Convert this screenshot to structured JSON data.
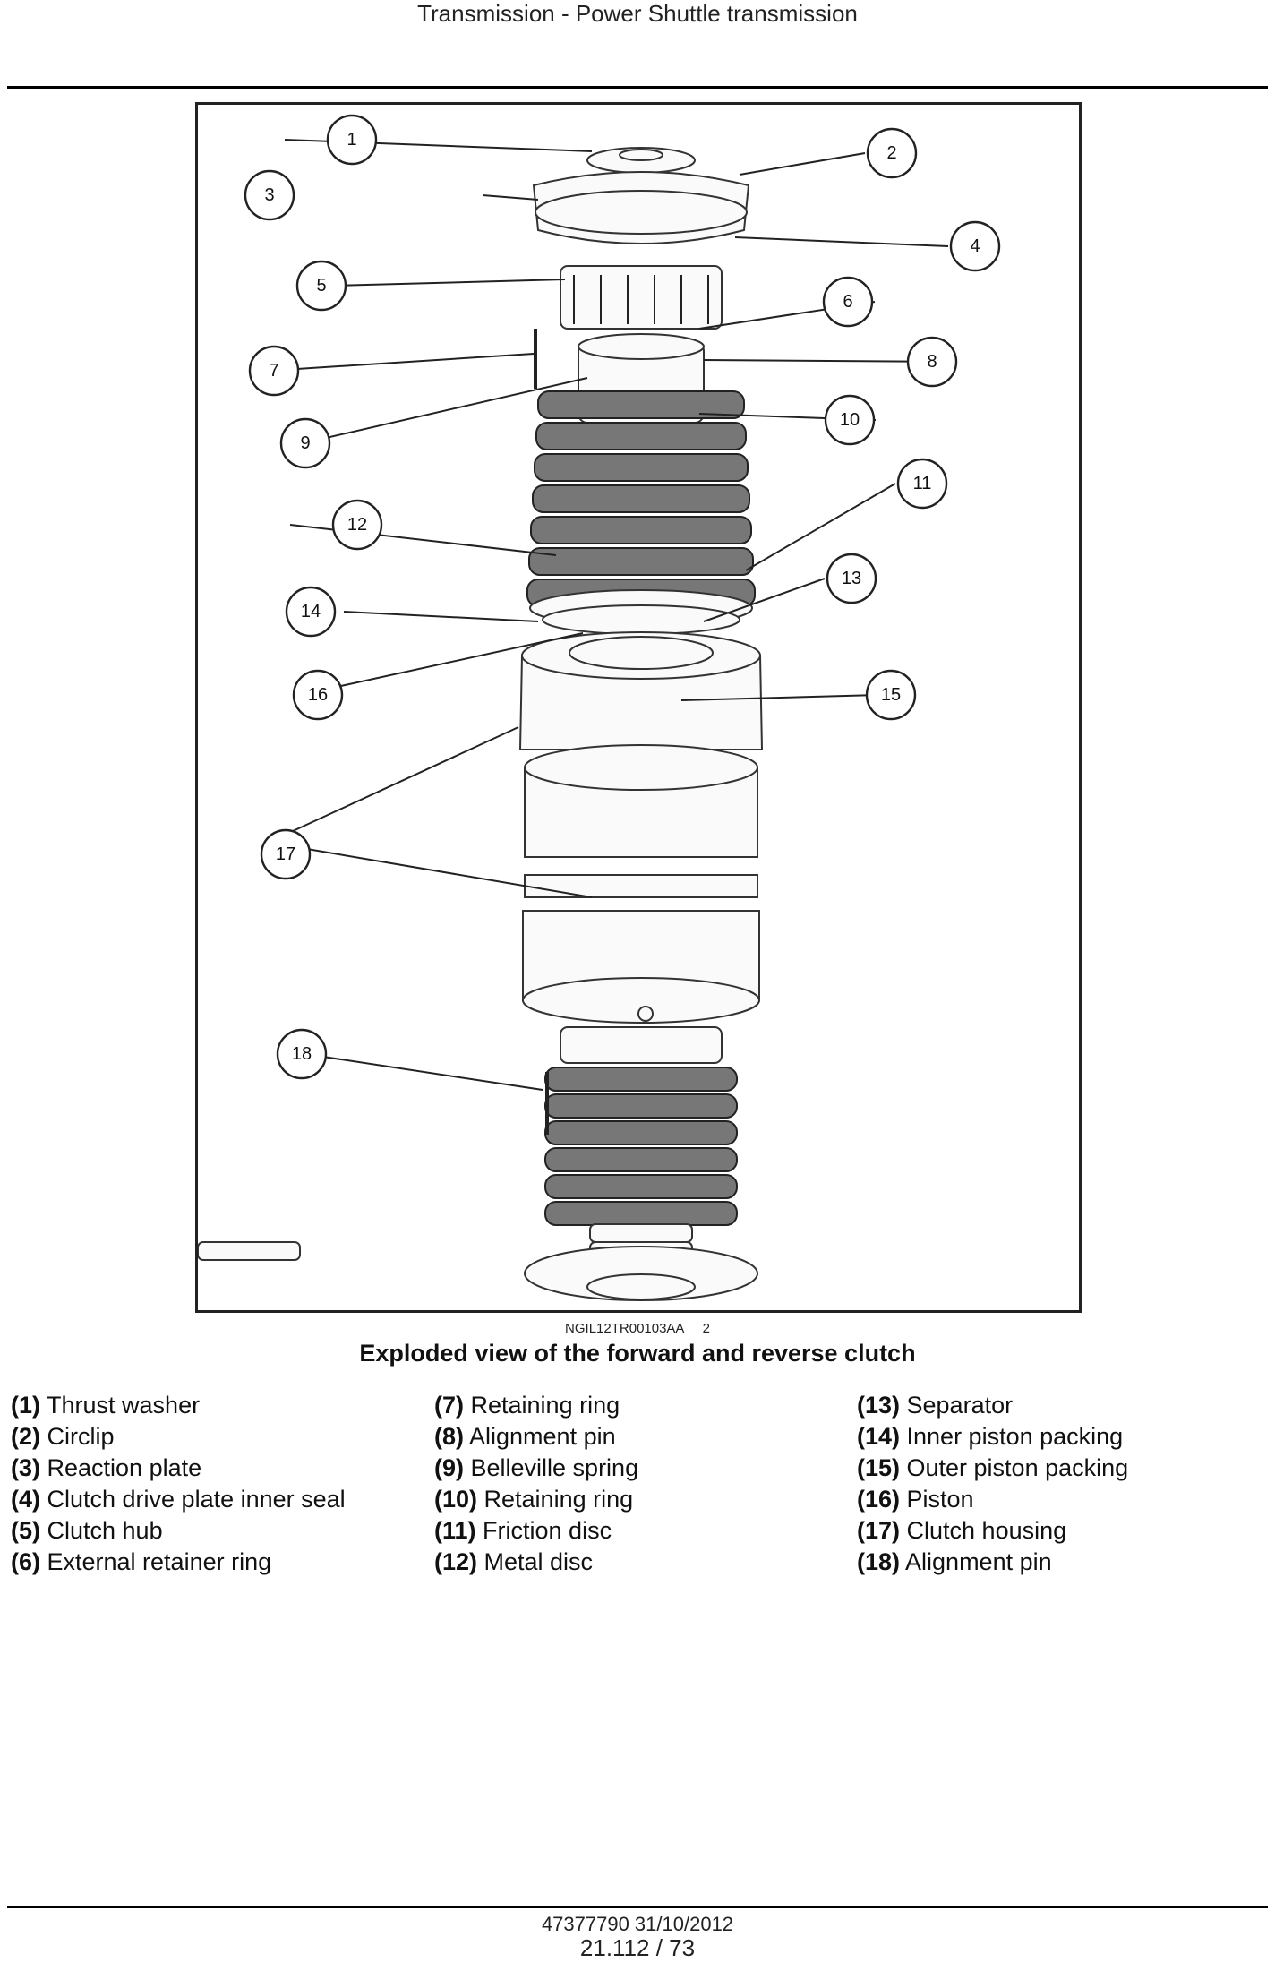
{
  "header": {
    "title": "Transmission - Power Shuttle transmission"
  },
  "figure": {
    "ref_code": "NGIL12TR00103AA",
    "ref_number": "2",
    "caption": "Exploded view of the forward and reverse clutch",
    "callouts": [
      "1",
      "2",
      "3",
      "4",
      "5",
      "6",
      "7",
      "8",
      "9",
      "10",
      "11",
      "12",
      "13",
      "14",
      "15",
      "16",
      "17",
      "18"
    ]
  },
  "legend": {
    "columns": [
      [
        {
          "num": "(1)",
          "label": "Thrust washer"
        },
        {
          "num": "(2)",
          "label": "Circlip"
        },
        {
          "num": "(3)",
          "label": "Reaction plate"
        },
        {
          "num": "(4)",
          "label": "Clutch drive plate inner seal"
        },
        {
          "num": "(5)",
          "label": "Clutch hub"
        },
        {
          "num": "(6)",
          "label": "External retainer ring"
        }
      ],
      [
        {
          "num": "(7)",
          "label": "Retaining ring"
        },
        {
          "num": "(8)",
          "label": "Alignment pin"
        },
        {
          "num": "(9)",
          "label": "Belleville spring"
        },
        {
          "num": "(10)",
          "label": "Retaining ring"
        },
        {
          "num": "(11)",
          "label": "Friction disc"
        },
        {
          "num": "(12)",
          "label": "Metal disc"
        }
      ],
      [
        {
          "num": "(13)",
          "label": "Separator"
        },
        {
          "num": "(14)",
          "label": "Inner piston packing"
        },
        {
          "num": "(15)",
          "label": "Outer piston packing"
        },
        {
          "num": "(16)",
          "label": "Piston"
        },
        {
          "num": "(17)",
          "label": "Clutch housing"
        },
        {
          "num": "(18)",
          "label": "Alignment pin"
        }
      ]
    ]
  },
  "footer": {
    "doc": "47377790 31/10/2012",
    "page": "21.112 / 73"
  }
}
